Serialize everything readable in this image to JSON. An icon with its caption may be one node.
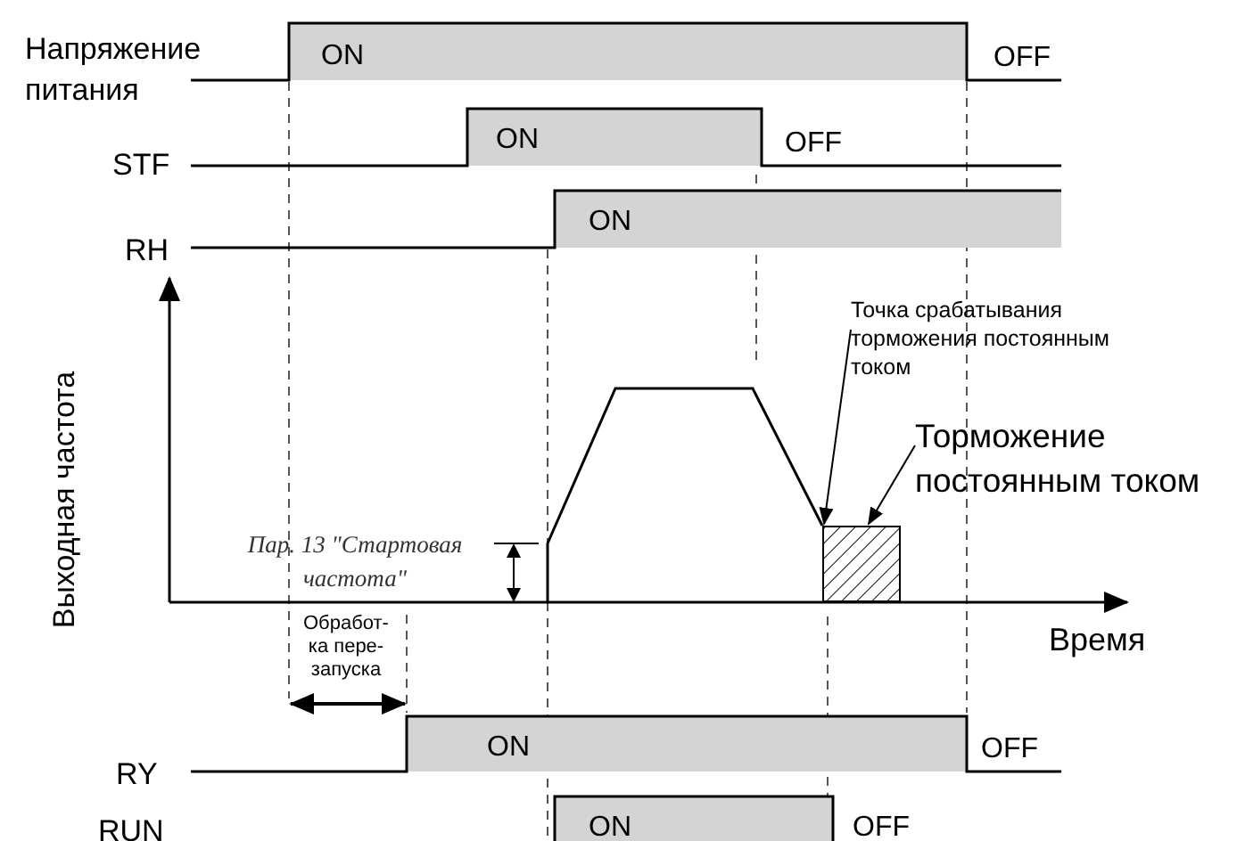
{
  "diagram": {
    "nodes": [
      {
        "text": [
          "Точка срабатывания торможения постоянным током"
        ]
      },
      {
        "text": [
          "Торможение постоянным током"
        ]
      },
      {
        "text": [],
        "shape": "box"
      }
    ],
    "edges": [
      {
        "from": 0,
        "to": 2,
        "arrow": "to"
      },
      {
        "from": 1,
        "to": 2,
        "arrow": "to"
      }
    ],
    "labels": [
      "Напряжение питания",
      "ON",
      "OFF",
      "STF",
      "ON",
      "OFF",
      "RH",
      "ON",
      "Выходная частота",
      "Пар. 13 \"Стартовая частота\"",
      "Время",
      "Обработ- ка пере- запуска",
      "RY",
      "ON",
      "OFF",
      "RUN",
      "ON",
      "OFF"
    ]
  }
}
